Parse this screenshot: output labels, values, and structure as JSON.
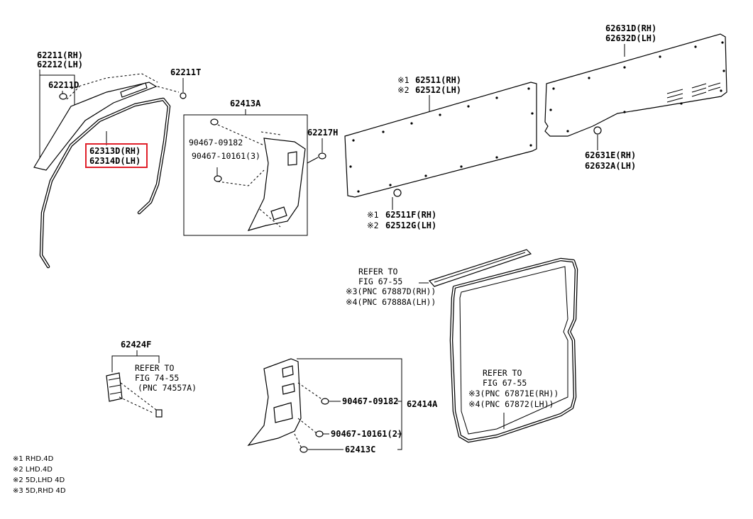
{
  "diagram": {
    "labels": {
      "l62211": "62211(RH)",
      "l62212": "62212(LH)",
      "l62211D": "62211D",
      "l62211T": "62211T",
      "l62313D": "62313D(RH)",
      "l62314D": "62314D(LH)",
      "l62413A": "62413A",
      "l90467_09182_top": "90467-09182",
      "l90467_10161_top": "90467-10161(3)",
      "l62217H": "62217H",
      "l62511": "62511(RH)",
      "l62512": "62512(LH)",
      "mark1_top": "※1",
      "mark2_top": "※2",
      "l62631D": "62631D(RH)",
      "l62632D": "62632D(LH)",
      "l62631E": "62631E(RH)",
      "l62632A": "62632A(LH)",
      "mark1_bot": "※1",
      "mark2_bot": "※2",
      "l62511F": "62511F(RH)",
      "l62512G": "62512G(LH)",
      "refer1_a": "REFER TO",
      "refer1_b": "FIG 67-55",
      "refer1_c": "※3(PNC 67887D(RH))",
      "refer1_d": "※4(PNC 67888A(LH))",
      "l62424F": "62424F",
      "refer2_a": "REFER TO",
      "refer2_b": "FIG 74-55",
      "refer2_c": "(PNC 74557A)",
      "refer3_a": "REFER TO",
      "refer3_b": "FIG 67-55",
      "refer3_c": "※3(PNC 67871E(RH))",
      "refer3_d": "※4(PNC 67872(LH))",
      "l90467_09182_bot": "90467-09182",
      "l62414A": "62414A",
      "l90467_10161_bot": "90467-10161(2)",
      "l62413C": "62413C"
    },
    "legend": [
      "※1 RHD.4D",
      "※2 LHD.4D",
      "※2 5D,LHD 4D",
      "※3 5D,RHD 4D"
    ],
    "highlight_color": "#e0202a"
  }
}
